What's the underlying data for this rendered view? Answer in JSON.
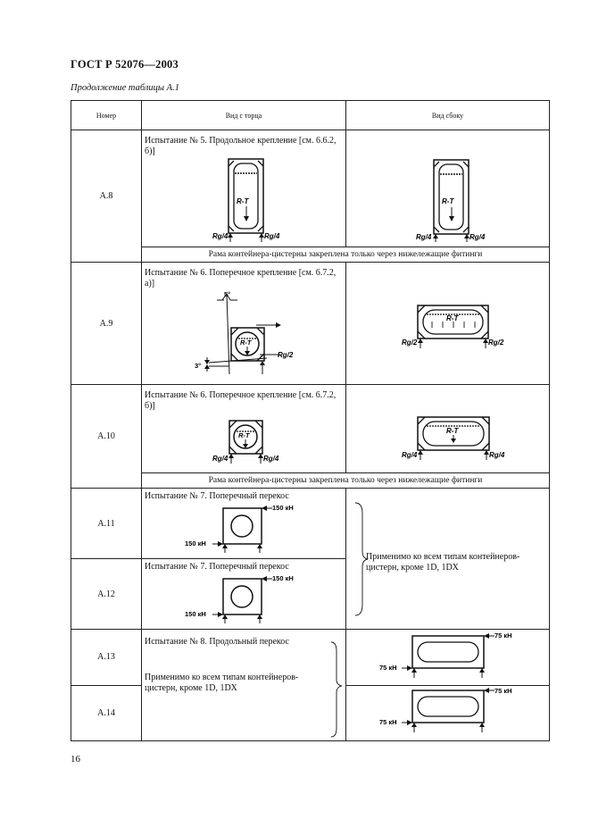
{
  "header": {
    "standard": "ГОСТ Р 52076—2003",
    "continuation": "Продолжение  таблицы A.1"
  },
  "columns": {
    "number": "Номер",
    "end_view": "Вид с торца",
    "side_view": "Вид сбоку"
  },
  "rows": {
    "a8": {
      "num": "A.8",
      "title": "Испытание № 5. Продольное крепление [см. 6.6.2, б)]",
      "caption": "Рама контейнера-цистерны закреплена только через нижележащие фитинги"
    },
    "a9": {
      "num": "A.9",
      "title": "Испытание № 6. Поперечное крепление [см. 6.7.2, а)]"
    },
    "a10": {
      "num": "A.10",
      "title": "Испытание № 6. Поперечное крепление [см. 6.7.2, б)]",
      "caption": "Рама контейнера-цистерны закреплена только через нижележащие фитинги"
    },
    "a11": {
      "num": "A.11",
      "title": "Испытание № 7. Поперечный перекос"
    },
    "a12": {
      "num": "A.12",
      "title": "Испытание № 7. Поперечный перекос"
    },
    "a11_12_note": "Применимо ко всем типам контейнеров-цистерн, кроме 1D, 1DX",
    "a13": {
      "num": "A.13",
      "title": "Испытание № 8. Продольный перекос",
      "note": "Применимо ко всем типам контейнеров-цистерн, кроме 1D, 1DX"
    },
    "a14": {
      "num": "A.14"
    }
  },
  "labels": {
    "rt": "R-T",
    "rg4": "Rg/4",
    "rg2": "Rg/2",
    "deg5": "5°",
    "deg3": "3°",
    "f150": "150 кН",
    "f75": "75 кН"
  },
  "footer": {
    "page": "16"
  }
}
